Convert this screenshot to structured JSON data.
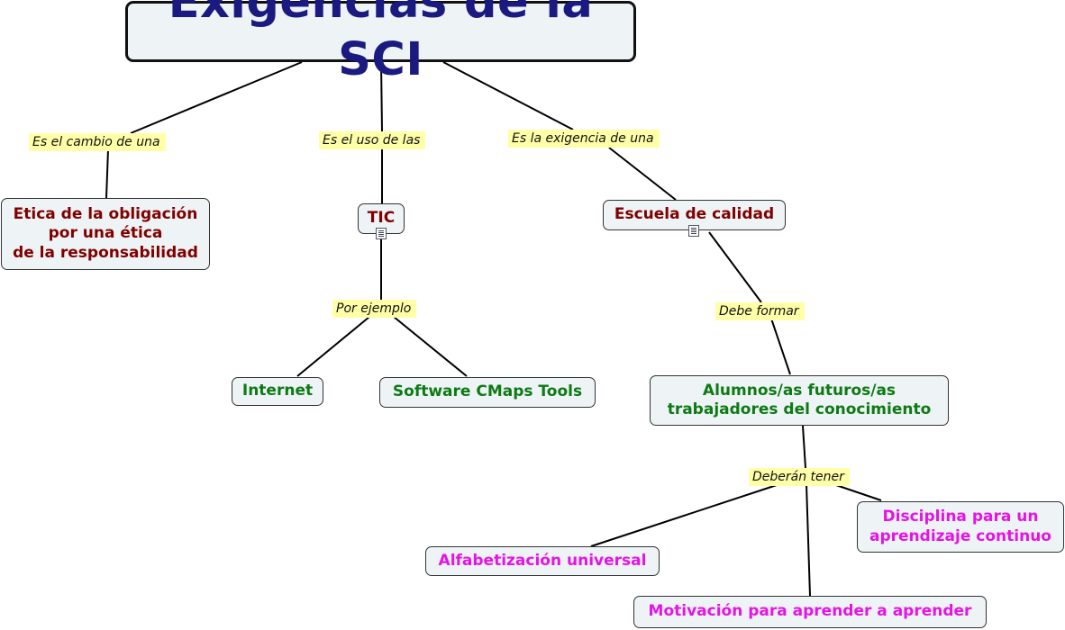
{
  "title": "Exigencias de la SCI",
  "nodes": {
    "etica": "Etica de la obligación\npor una ética\nde la responsabilidad",
    "tic": "TIC",
    "escuela": "Escuela de calidad",
    "internet": "Internet",
    "software": "Software CMaps Tools",
    "alumnos": "Alumnos/as futuros/as\n trabajadores del conocimiento",
    "disciplina": "Disciplina para un\naprendizaje continuo",
    "alfabetizacion": "Alfabetización universal",
    "motivacion": "Motivación para aprender a aprender"
  },
  "labels": {
    "cambio": "Es el cambio de una",
    "uso": "Es el uso de las",
    "exigencia": "Es la exigencia de una",
    "ejemplo": "Por ejemplo",
    "formar": "Debe formar",
    "tener": "Deberán tener"
  },
  "colors": {
    "title": "#1a1a80",
    "red_concept": "#800000",
    "green_concept": "#0d7a14",
    "magenta_concept": "#e613e6",
    "link_label_bg": "#ffffa8",
    "node_bg": "#eef3f5"
  }
}
